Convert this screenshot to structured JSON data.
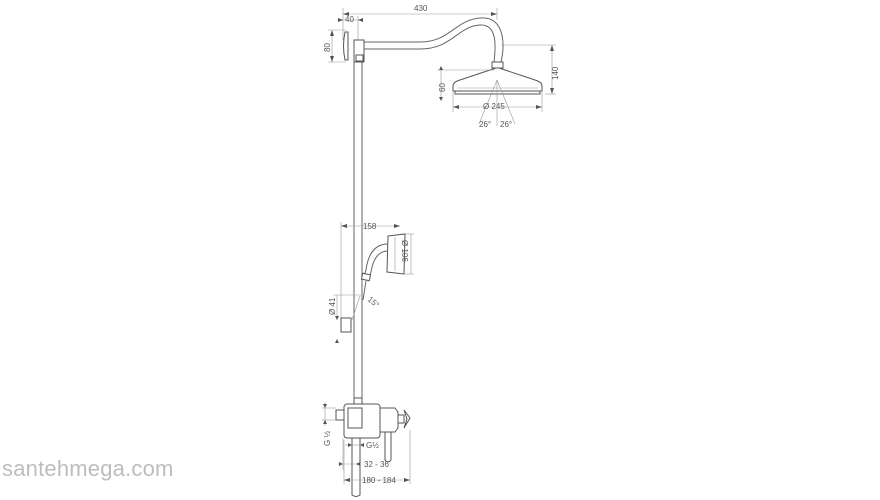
{
  "watermark": "santehmega.com",
  "dimensions": {
    "arm_length": "430",
    "wall_offset": "40",
    "wall_plate_height": "80",
    "head_drop": "140",
    "head_height": "60",
    "head_diameter": "Ø 245",
    "spray_angle_left": "26°",
    "spray_angle_right": "26°",
    "handshower_reach": "158",
    "handshower_diameter": "Ø 106",
    "holder_diameter": "Ø 41",
    "holder_angle": "15°",
    "inlet_thread": "G ½",
    "outlet_thread": "G½",
    "inlet_center_distance": "32 - 36",
    "mixer_projection": "180 - 184"
  },
  "colors": {
    "line": "#666666",
    "text": "#555555",
    "watermark": "#bdbdbd",
    "background": "#ffffff"
  }
}
